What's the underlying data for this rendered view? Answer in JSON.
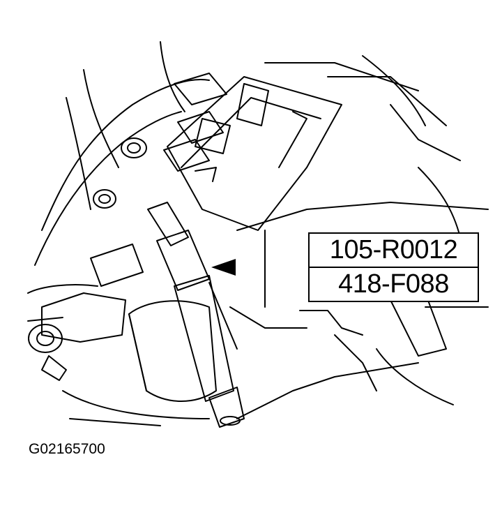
{
  "callout": {
    "part_numbers": [
      "105-R0012",
      "418-F088"
    ]
  },
  "figure": {
    "id": "G02165700"
  },
  "colors": {
    "ink": "#000000",
    "paper": "#ffffff"
  }
}
